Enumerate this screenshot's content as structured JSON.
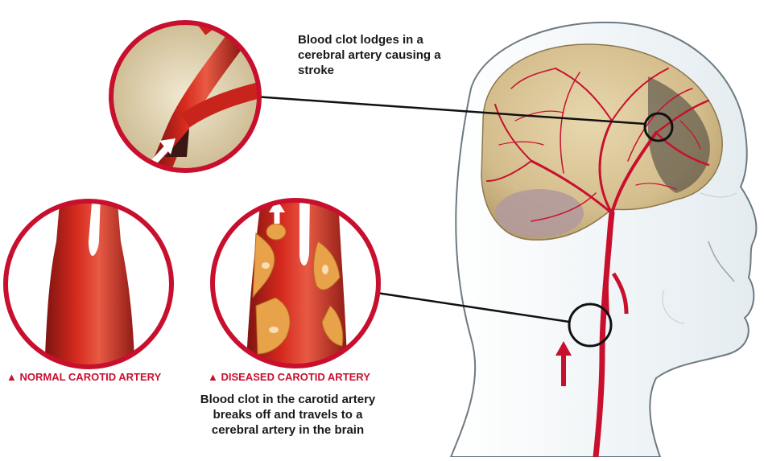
{
  "labels": {
    "stroke_caption": "Blood clot lodges in a cerebral artery causing a stroke",
    "normal_label": "NORMAL CAROTID ARTERY",
    "diseased_label": "DISEASED CAROTID ARTERY",
    "marker": "▲",
    "clot_caption": "Blood clot in the carotid artery breaks off and travels to a cerebral artery in the brain"
  },
  "colors": {
    "artery_red": "#c8102e",
    "artery_dark": "#8e1a14",
    "brain_tan": "#d9c49a",
    "skin_white": "#f3f6f8",
    "plaque": "#e8a24a",
    "accent_label": "#c8102e"
  },
  "icons": {
    "flow_arrow": "arrow-up-icon"
  }
}
